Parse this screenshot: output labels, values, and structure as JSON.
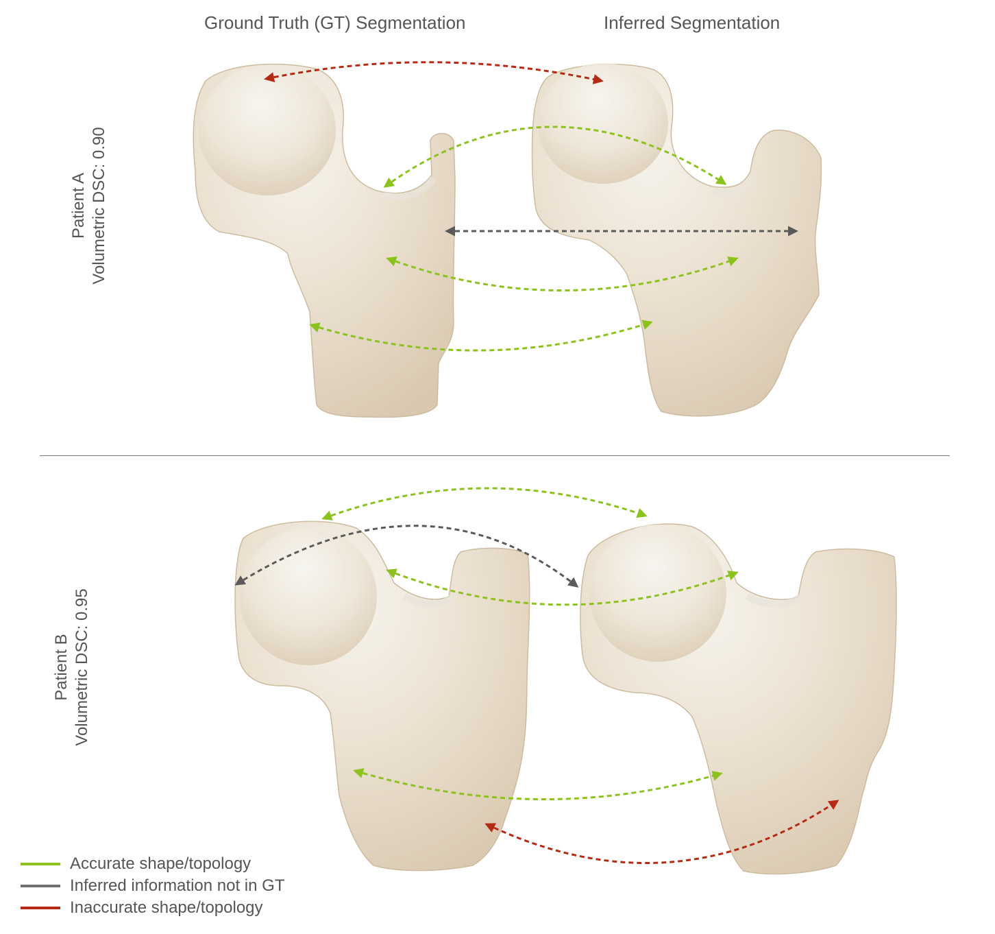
{
  "headers": {
    "gt": "Ground Truth (GT) Segmentation",
    "inferred": "Inferred Segmentation"
  },
  "rows": [
    {
      "patient": "Patient A",
      "dsc": "Volumetric DSC: 0.90"
    },
    {
      "patient": "Patient B",
      "dsc": "Volumetric DSC: 0.95"
    }
  ],
  "legend": [
    {
      "label": "Accurate shape/topology",
      "color": "#8cc21e"
    },
    {
      "label": "Inferred information not in GT",
      "color": "#707070"
    },
    {
      "label": "Inaccurate shape/topology",
      "color": "#b52a14"
    }
  ],
  "colors": {
    "accurate": "#8cc21e",
    "inferred": "#5a5a5a",
    "inaccurate": "#b52a14",
    "bone": "#ecdfcc"
  }
}
